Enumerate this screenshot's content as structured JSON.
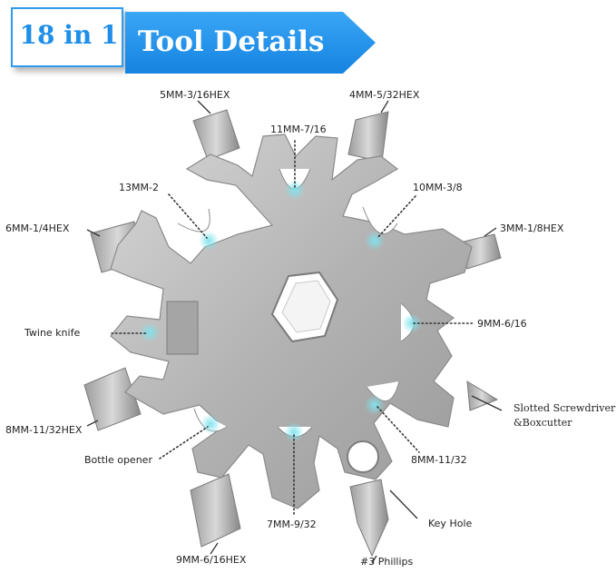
{
  "badge": {
    "text": "18 in 1"
  },
  "banner": {
    "title": "Tool Details"
  },
  "labels": {
    "hex_5mm": "5MM-3/16HEX",
    "hex_4mm": "4MM-5/32HEX",
    "wrench_11mm": "11MM-7/16",
    "wrench_13mm": "13MM-2",
    "wrench_10mm": "10MM-3/8",
    "hex_6mm": "6MM-1/4HEX",
    "hex_3mm": "3MM-1/8HEX",
    "twine_knife": "Twine knife",
    "wrench_9mm": "9MM-6/16",
    "slotted_line1": "Slotted Screwdriver",
    "slotted_line2": "&Boxcutter",
    "hex_8mm": "8MM-11/32HEX",
    "bottle_opener": "Bottle opener",
    "wrench_8mm": "8MM-11/32",
    "wrench_7mm": "7MM-9/32",
    "key_hole": "Key Hole",
    "hex_9mm": "9MM-6/16HEX",
    "phillips": "#3 Phillips"
  },
  "colors": {
    "accent_blue": "#2e9af0",
    "banner_blue": "#1e8ee8",
    "steel": "#b4b4b4",
    "steel_dark": "#8d8d8d",
    "marker_glow": "#7fe3ee"
  }
}
